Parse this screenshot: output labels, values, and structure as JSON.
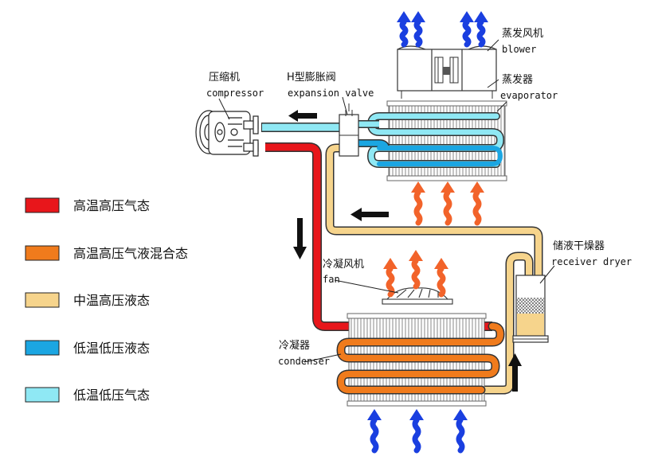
{
  "components": {
    "compressor": {
      "cn": "压缩机",
      "en": "compressor"
    },
    "expansion_valve": {
      "cn": "H型膨胀阀",
      "en": "expansion valve"
    },
    "blower": {
      "cn": "蒸发风机",
      "en": "blower"
    },
    "evaporator": {
      "cn": "蒸发器",
      "en": "evaporator"
    },
    "fan": {
      "cn": "冷凝风机",
      "en": "fan"
    },
    "receiver_dryer": {
      "cn": "储液干燥器",
      "en": "receiver dryer"
    },
    "condenser": {
      "cn": "冷凝器",
      "en": "condenser"
    }
  },
  "legend": [
    {
      "label": "高温高压气态",
      "color": "#e8161b"
    },
    {
      "label": "高温高压气液混合态",
      "color": "#f07b1c"
    },
    {
      "label": "中温高压液态",
      "color": "#f6d48c"
    },
    {
      "label": "低温低压液态",
      "color": "#1ba6e2"
    },
    {
      "label": "低温低压气态",
      "color": "#8fe8f4"
    }
  ],
  "colors": {
    "hot_air_arrow": "#f2632a",
    "cool_air_arrow": "#1a3fe0",
    "flow_arrow": "#111111",
    "fin": "#9a9a9a"
  },
  "icons": {
    "flow_direction": "black-arrow-icon",
    "air_hot": "red-wavy-arrow-icon",
    "air_cool": "blue-wavy-arrow-icon"
  }
}
